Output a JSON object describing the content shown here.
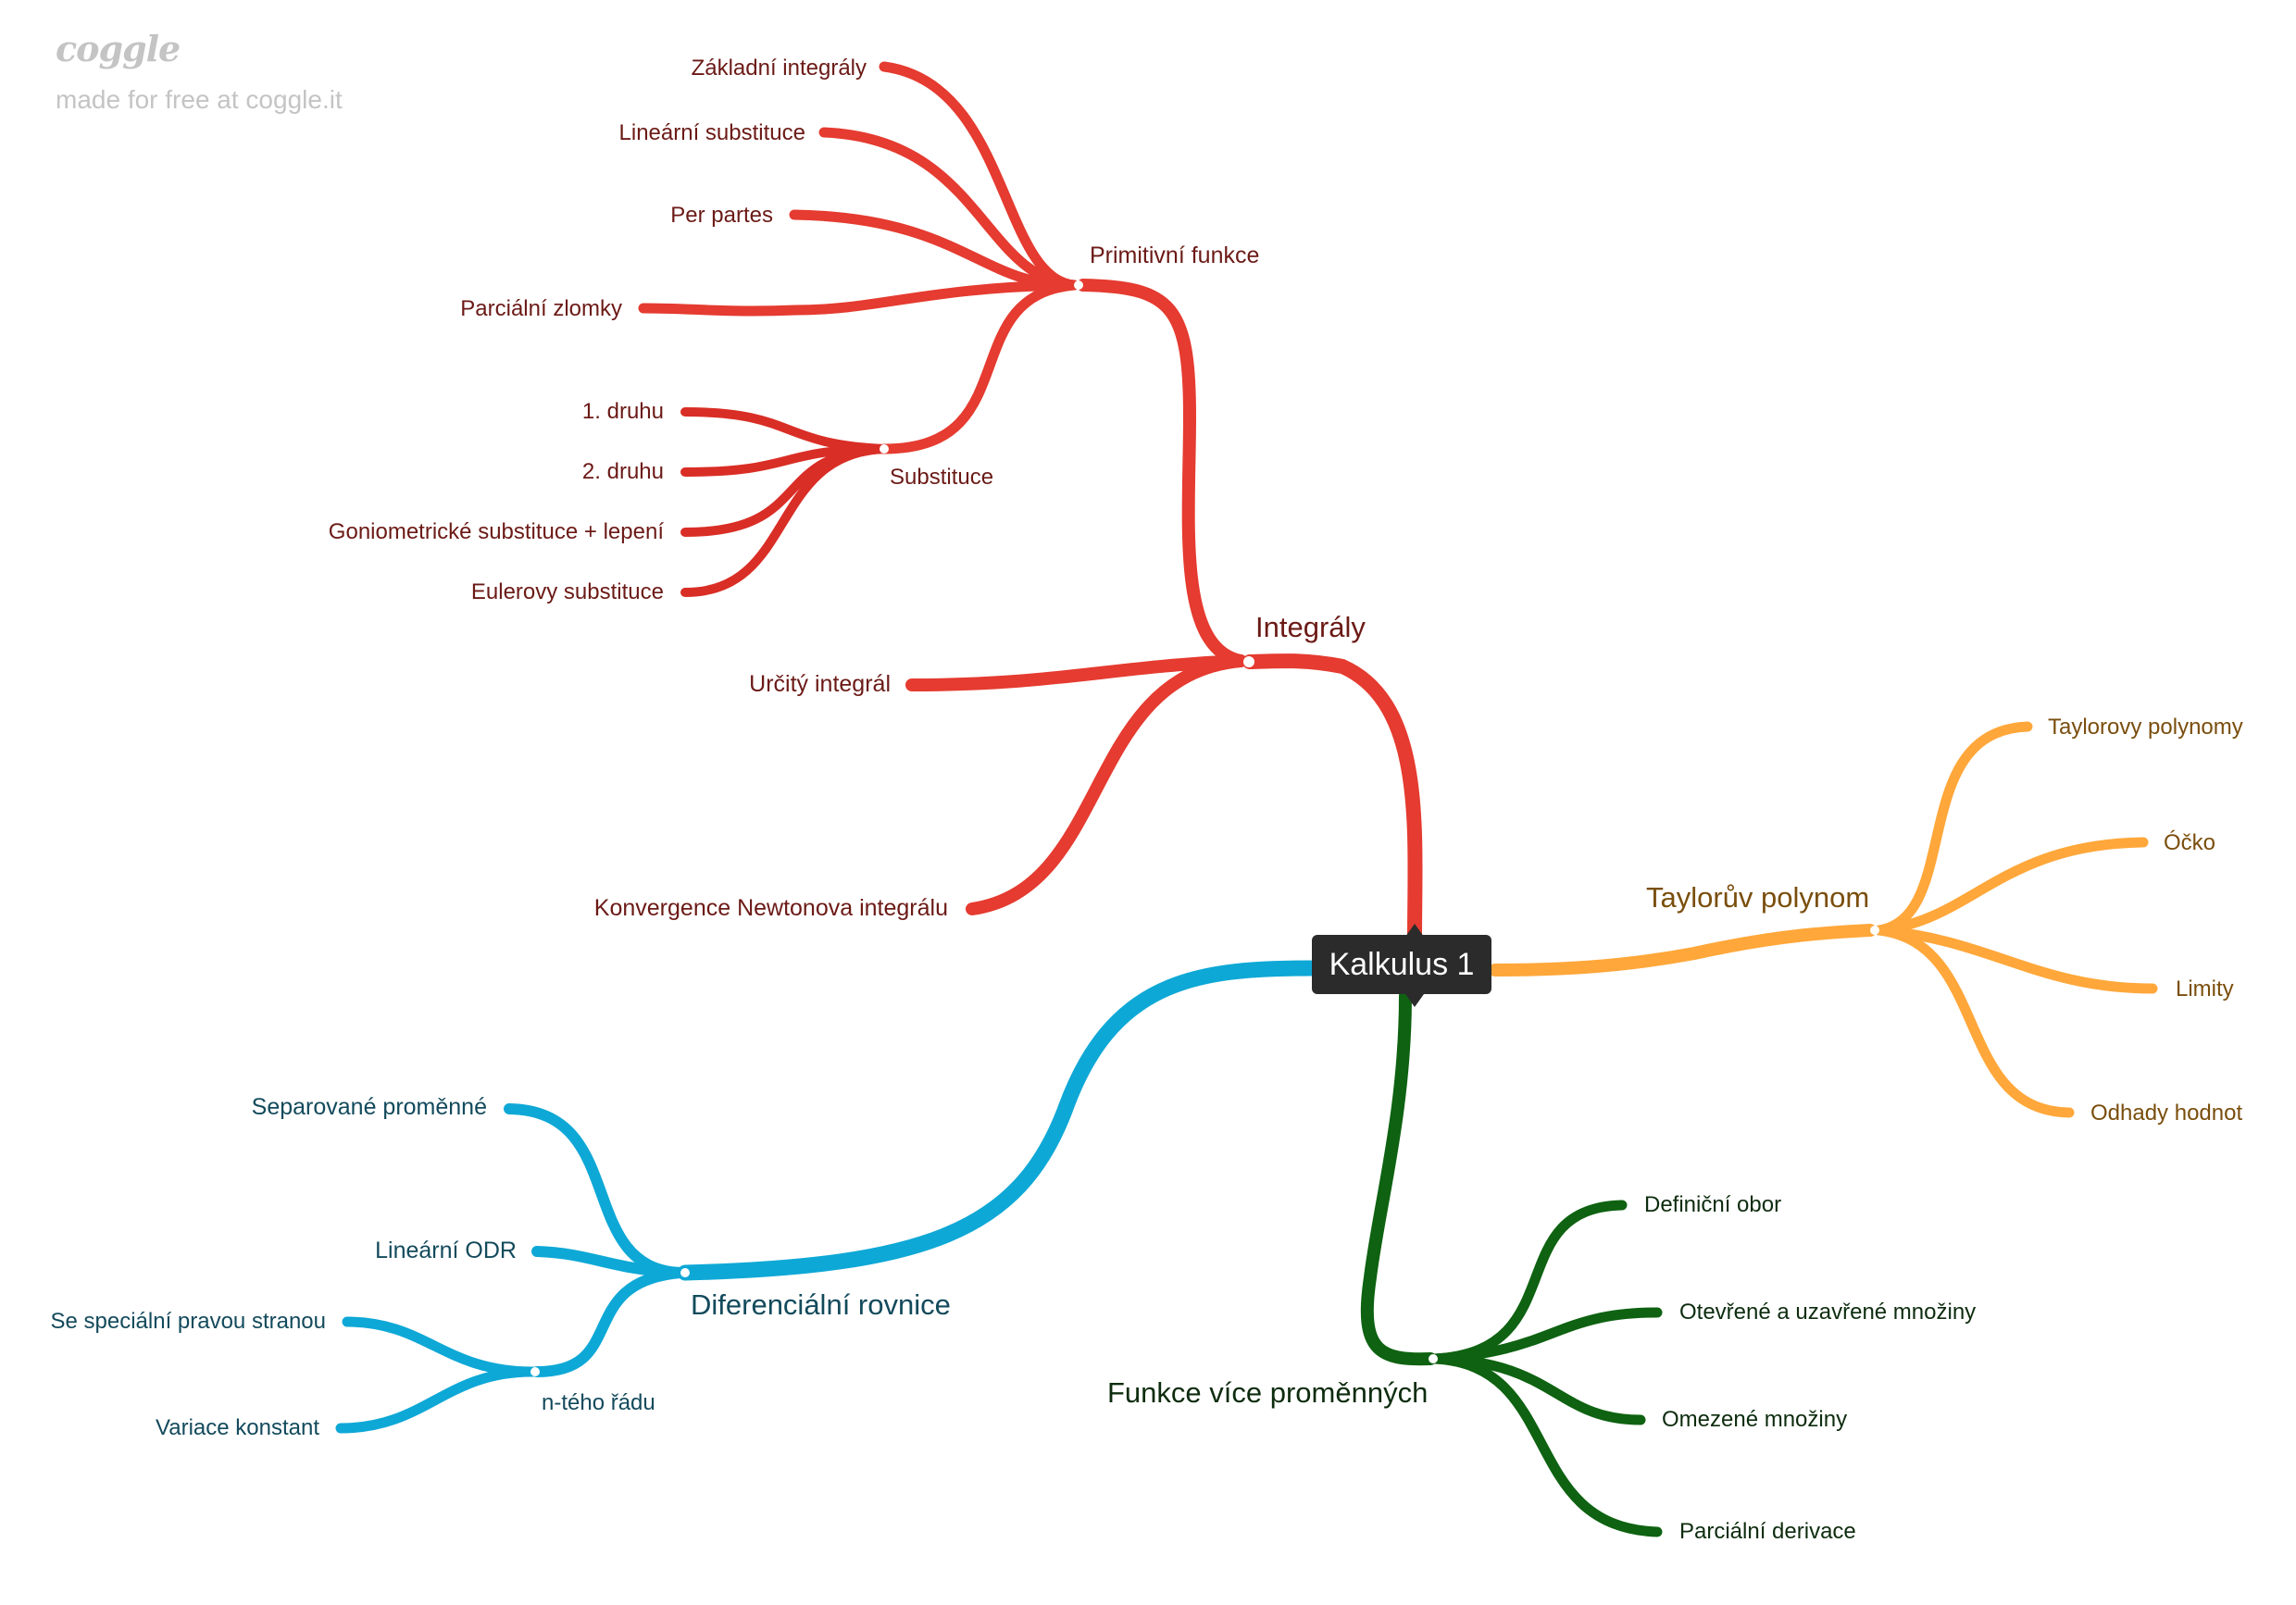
{
  "watermark": {
    "logo": "coggle",
    "tagline": "made for free at coggle.it"
  },
  "colors": {
    "red": "#e53b30",
    "red_text": "#6b1a16",
    "orange": "#ffa73a",
    "orange_text": "#7a4e0d",
    "blue": "#0ea8d6",
    "blue_text": "#134a5c",
    "green": "#0e6211",
    "green_text": "#0d2c0e",
    "root_bg": "#2b2b2b"
  },
  "root": {
    "label": "Kalkulus 1"
  },
  "branches": {
    "integraly": {
      "label": "Integrály",
      "primitivni": {
        "label": "Primitivní funkce",
        "items": [
          "Základní integrály",
          "Lineární substituce",
          "Per partes",
          "Parciální zlomky"
        ],
        "substituce": {
          "label": "Substituce",
          "items": [
            "1. druhu",
            "2. druhu",
            "Goniometrické substituce + lepení",
            "Eulerovy substituce"
          ]
        }
      },
      "urcity": "Určitý integrál",
      "konvergence": "Konvergence Newtonova integrálu"
    },
    "taylor": {
      "label": "Taylorův polynom",
      "items": [
        "Taylorovy polynomy",
        "Óčko",
        "Limity",
        "Odhady hodnot"
      ]
    },
    "odr": {
      "label": "Diferenciální rovnice",
      "items": [
        "Separované proměnné",
        "Lineární ODR"
      ],
      "nteho": {
        "label": "n-tého řádu",
        "items": [
          "Se speciální pravou stranou",
          "Variace konstant"
        ]
      }
    },
    "fvp": {
      "label": "Funkce více proměnných",
      "items": [
        "Definiční obor",
        "Otevřené a uzavřené množiny",
        "Omezené množiny",
        "Parciální derivace"
      ]
    }
  }
}
